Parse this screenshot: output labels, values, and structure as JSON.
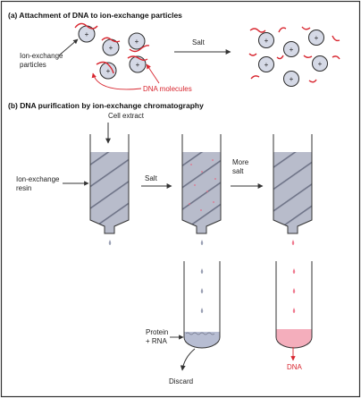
{
  "section_a": {
    "title": "(a) Attachment of DNA to ion-exchange particles",
    "particles_label_line1": "Ion-exchange",
    "particles_label_line2": "particles",
    "salt_label": "Salt",
    "dna_label": "DNA molecules",
    "particle_charge": "+"
  },
  "section_b": {
    "title": "(b) DNA purification by ion-exchange chromatography",
    "cell_extract_label": "Cell extract",
    "resin_label_line1": "Ion-exchange",
    "resin_label_line2": "resin",
    "salt_label": "Salt",
    "more_salt_line1": "More",
    "more_salt_line2": "salt",
    "protein_rna_line1": "Protein",
    "protein_rna_line2": "+ RNA",
    "discard_label": "Discard",
    "dna_label": "DNA"
  },
  "colors": {
    "dna": "#d8262f",
    "particle_fill": "#d5d9e6",
    "particle_stroke": "#2a2a2a",
    "resin_fill": "#b8bccb",
    "liquid_fill": "#f4aebc",
    "waste_fill": "#b7bdd2",
    "drop_grey": "#9aa0b4",
    "drop_pink": "#f07a8f",
    "border": "#333333"
  }
}
